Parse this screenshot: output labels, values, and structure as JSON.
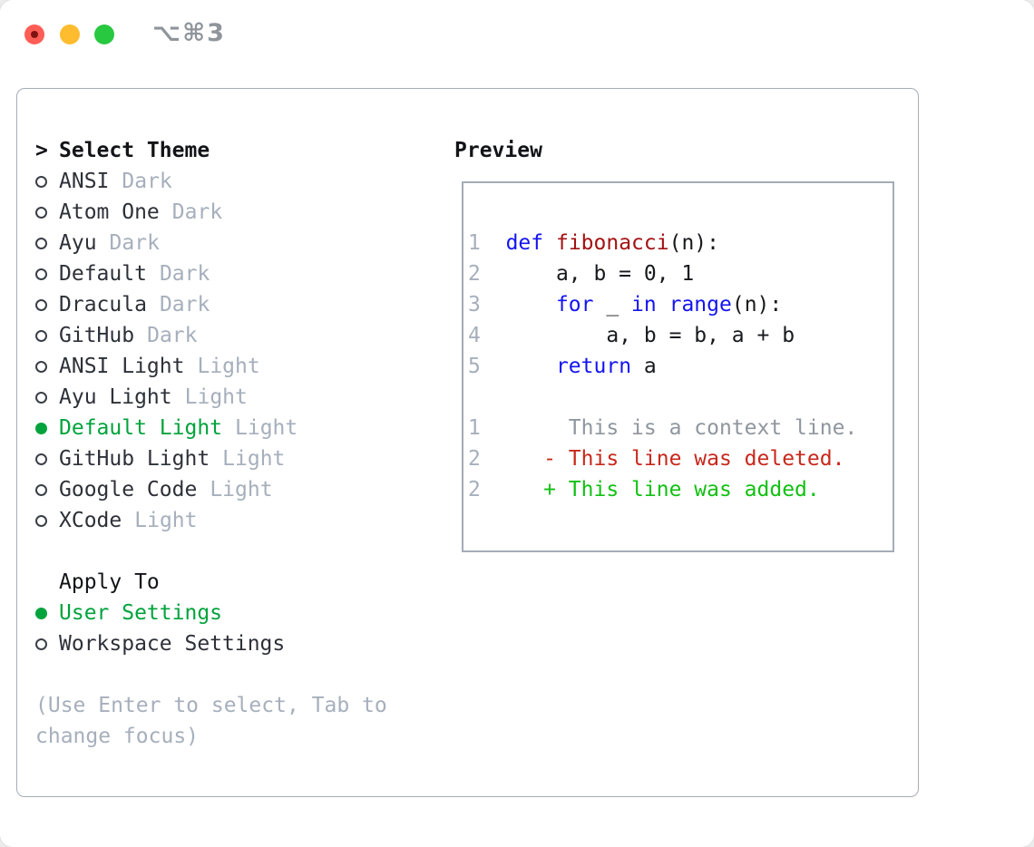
{
  "window": {
    "title": "⌥⌘3",
    "traffic_lights": [
      "close",
      "minimize",
      "zoom"
    ]
  },
  "colors": {
    "accent_green": "#00a33c",
    "added_green": "#12c012",
    "deleted_red": "#c7281c",
    "keyword_blue": "#1414f0",
    "function_red": "#a31212",
    "muted_gray": "#a6afbc",
    "context_gray": "#8f969e",
    "traffic_red": "#ff5d55",
    "traffic_yellow": "#febc2e",
    "traffic_green": "#28c840"
  },
  "theme_menu": {
    "header_marker": ">",
    "header": "Select Theme",
    "items": [
      {
        "label": "ANSI",
        "variant": "Dark",
        "selected": false
      },
      {
        "label": "Atom One",
        "variant": "Dark",
        "selected": false
      },
      {
        "label": "Ayu",
        "variant": "Dark",
        "selected": false
      },
      {
        "label": "Default",
        "variant": "Dark",
        "selected": false
      },
      {
        "label": "Dracula",
        "variant": "Dark",
        "selected": false
      },
      {
        "label": "GitHub",
        "variant": "Dark",
        "selected": false
      },
      {
        "label": "ANSI Light",
        "variant": "Light",
        "selected": false
      },
      {
        "label": "Ayu Light",
        "variant": "Light",
        "selected": false
      },
      {
        "label": "Default Light",
        "variant": "Light",
        "selected": true
      },
      {
        "label": "GitHub Light",
        "variant": "Light",
        "selected": false
      },
      {
        "label": "Google Code",
        "variant": "Light",
        "selected": false
      },
      {
        "label": "XCode",
        "variant": "Light",
        "selected": false
      }
    ]
  },
  "apply_to": {
    "header": "Apply To",
    "options": [
      {
        "label": "User Settings",
        "selected": true
      },
      {
        "label": "Workspace Settings",
        "selected": false
      }
    ]
  },
  "help": {
    "line1": "(Use Enter to select, Tab to",
    "line2": "change focus)"
  },
  "preview": {
    "header": "Preview",
    "lines": [
      [
        {
          "t": "1",
          "c": "ln"
        },
        {
          "t": "  ",
          "c": "pl"
        },
        {
          "t": "def",
          "c": "kw"
        },
        {
          "t": " ",
          "c": "pl"
        },
        {
          "t": "fibonacci",
          "c": "fn"
        },
        {
          "t": "(n):",
          "c": "pl"
        }
      ],
      [
        {
          "t": "2",
          "c": "ln"
        },
        {
          "t": "      a, b = 0, 1",
          "c": "pl"
        }
      ],
      [
        {
          "t": "3",
          "c": "ln"
        },
        {
          "t": "      ",
          "c": "pl"
        },
        {
          "t": "for",
          "c": "kw"
        },
        {
          "t": " _ ",
          "c": "pl"
        },
        {
          "t": "in",
          "c": "kw"
        },
        {
          "t": " ",
          "c": "pl"
        },
        {
          "t": "range",
          "c": "kw"
        },
        {
          "t": "(n):",
          "c": "pl"
        }
      ],
      [
        {
          "t": "4",
          "c": "ln"
        },
        {
          "t": "          a, b = b, a + b",
          "c": "pl"
        }
      ],
      [
        {
          "t": "5",
          "c": "ln"
        },
        {
          "t": "      ",
          "c": "pl"
        },
        {
          "t": "return",
          "c": "kw"
        },
        {
          "t": " a",
          "c": "pl"
        }
      ],
      [],
      [
        {
          "t": "1",
          "c": "ln"
        },
        {
          "t": "       This is a context line.",
          "c": "ctx"
        }
      ],
      [
        {
          "t": "2",
          "c": "ln"
        },
        {
          "t": "     - This line was deleted.",
          "c": "del"
        }
      ],
      [
        {
          "t": "2",
          "c": "ln"
        },
        {
          "t": "     + This line was added.",
          "c": "add"
        }
      ]
    ]
  }
}
